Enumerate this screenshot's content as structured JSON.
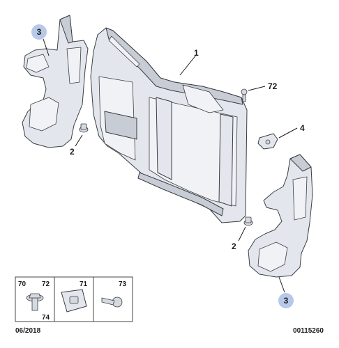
{
  "callouts": {
    "part_1": "1",
    "part_2_top": "2",
    "part_2_bottom": "2",
    "part_3_top": "3",
    "part_3_bottom": "3",
    "part_4": "4",
    "part_72": "72"
  },
  "hardware_box": {
    "col1_top_left": "70",
    "col1_top_right": "72",
    "col1_bottom_right": "74",
    "col2_top": "71",
    "col3_top": "73"
  },
  "footer": {
    "date": "06/2018",
    "reference": "00115260"
  },
  "colors": {
    "badge_fill": "#b8c8e8",
    "part_fill": "#e3e6ec",
    "line": "#3a3d42"
  }
}
